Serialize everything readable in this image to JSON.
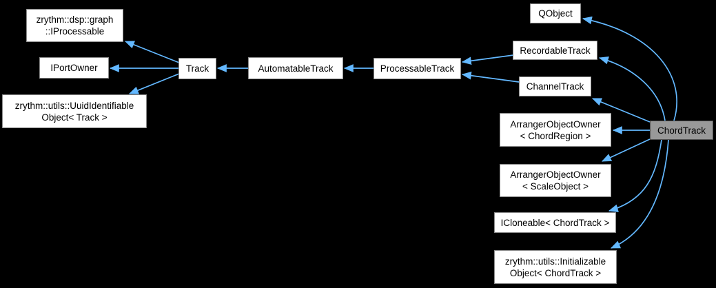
{
  "colors": {
    "background": "#000000",
    "edge": "#63b8ff",
    "node_fill": "#ffffff",
    "node_border": "#8a8a8a",
    "node_text": "#000000",
    "highlight_fill": "#999999",
    "highlight_border": "#4f4f4f"
  },
  "nodes": {
    "iprocessable": {
      "lines": [
        "zrythm::dsp::graph",
        "::IProcessable"
      ]
    },
    "iportowner": {
      "lines": [
        "IPortOwner"
      ]
    },
    "uuididentifiable": {
      "lines": [
        "zrythm::utils::UuidIdentifiable",
        "Object< Track >"
      ]
    },
    "track": {
      "lines": [
        "Track"
      ]
    },
    "automatabletrack": {
      "lines": [
        "AutomatableTrack"
      ]
    },
    "processabletrack": {
      "lines": [
        "ProcessableTrack"
      ]
    },
    "qobject": {
      "lines": [
        "QObject"
      ]
    },
    "recordabletrack": {
      "lines": [
        "RecordableTrack"
      ]
    },
    "channeltrack": {
      "lines": [
        "ChannelTrack"
      ]
    },
    "arrangerowner_chordregion": {
      "lines": [
        "ArrangerObjectOwner",
        "< ChordRegion >"
      ]
    },
    "arrangerowner_scaleobject": {
      "lines": [
        "ArrangerObjectOwner",
        "< ScaleObject >"
      ]
    },
    "icloneable": {
      "lines": [
        "ICloneable< ChordTrack >"
      ]
    },
    "initializable": {
      "lines": [
        "zrythm::utils::Initializable",
        "Object< ChordTrack >"
      ]
    },
    "chordtrack": {
      "lines": [
        "ChordTrack"
      ]
    }
  },
  "edges": [
    {
      "from": "track",
      "to": "iprocessable"
    },
    {
      "from": "track",
      "to": "iportowner"
    },
    {
      "from": "track",
      "to": "uuididentifiable"
    },
    {
      "from": "automatabletrack",
      "to": "track"
    },
    {
      "from": "processabletrack",
      "to": "automatabletrack"
    },
    {
      "from": "recordabletrack",
      "to": "processabletrack"
    },
    {
      "from": "channeltrack",
      "to": "processabletrack"
    },
    {
      "from": "chordtrack",
      "to": "qobject"
    },
    {
      "from": "chordtrack",
      "to": "recordabletrack"
    },
    {
      "from": "chordtrack",
      "to": "channeltrack"
    },
    {
      "from": "chordtrack",
      "to": "arrangerowner_chordregion"
    },
    {
      "from": "chordtrack",
      "to": "arrangerowner_scaleobject"
    },
    {
      "from": "chordtrack",
      "to": "icloneable"
    },
    {
      "from": "chordtrack",
      "to": "initializable"
    }
  ]
}
